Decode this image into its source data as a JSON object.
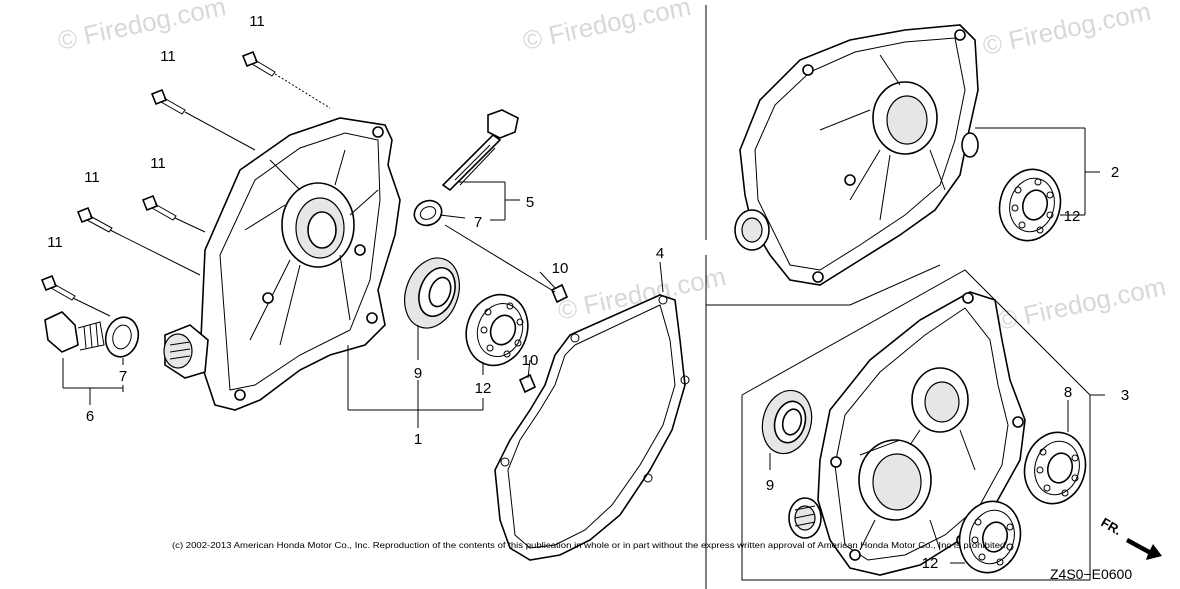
{
  "watermarks": [
    "© Firedog.com",
    "© Firedog.com",
    "© Firedog.com",
    "© Firedog.com",
    "© Firedog.com"
  ],
  "callouts": {
    "c1": "1",
    "c2": "2",
    "c3": "3",
    "c4": "4",
    "c5": "5",
    "c6": "6",
    "c7a": "7",
    "c7b": "7",
    "c8": "8",
    "c9a": "9",
    "c9b": "9",
    "c10a": "10",
    "c10b": "10",
    "c11a": "11",
    "c11b": "11",
    "c11c": "11",
    "c11d": "11",
    "c11e": "11",
    "c12a": "12",
    "c12b": "12",
    "c12c": "12"
  },
  "front_label": "FR.",
  "diagram_code": "Z4S0−E0600",
  "copyright": "(c) 2002-2013 American Honda Motor Co., Inc. Reproduction of the contents of this publication in whole or in part without the express written approval of American Honda Motor Co., Inc is prohibited."
}
